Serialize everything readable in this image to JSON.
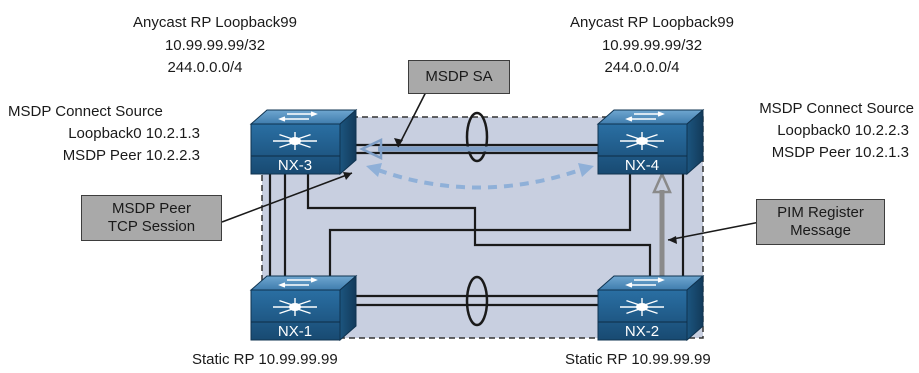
{
  "top_left": {
    "title": "Anycast RP Loopback99",
    "address": "10.99.99.99/32",
    "group": "244.0.0.0/4"
  },
  "top_right": {
    "title": "Anycast RP Loopback99",
    "address": "10.99.99.99/32",
    "group": "244.0.0.0/4"
  },
  "left_info": {
    "line1": "MSDP Connect Source",
    "line2": "Loopback0 10.2.1.3",
    "line3": "MSDP Peer 10.2.2.3"
  },
  "right_info": {
    "line1": "MSDP Connect Source",
    "line2": "Loopback0 10.2.2.3",
    "line3": "MSDP Peer 10.2.1.3"
  },
  "callouts": {
    "msdp_sa": "MSDP SA",
    "peer_line1": "MSDP Peer",
    "peer_line2": "TCP Session",
    "pim_line1": "PIM Register",
    "pim_line2": "Message"
  },
  "switches": {
    "nx3": "NX-3",
    "nx4": "NX-4",
    "nx1": "NX-1",
    "nx2": "NX-2"
  },
  "bottom": {
    "left": "Static RP 10.99.99.99",
    "right": "Static RP 10.99.99.99"
  },
  "colors": {
    "switch_blue": "#1f5f8f",
    "switch_top": "#4f8fbf",
    "area_fill": "#c8cfe0",
    "msdp_sa_arrow": "#7f9fc7",
    "tcp_session_arrow": "#8fb0d8",
    "pim_arrow": "#8a8a8a",
    "callout_fill": "#a9a9a9"
  }
}
